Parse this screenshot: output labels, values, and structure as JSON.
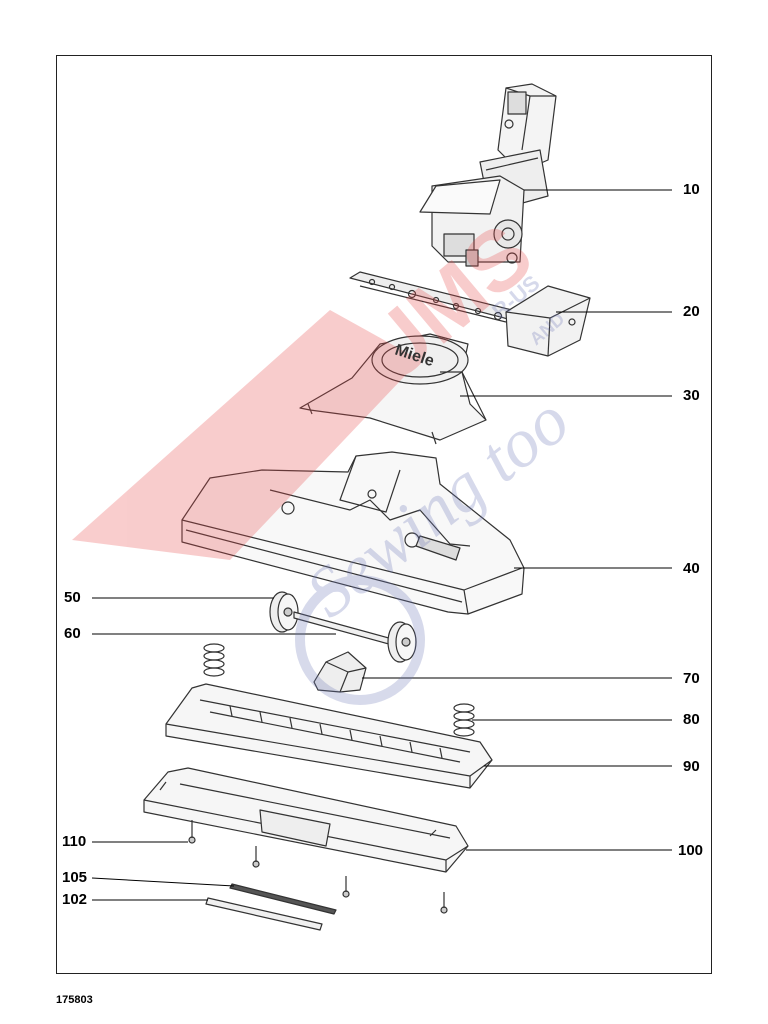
{
  "diagram": {
    "document_id": "175803",
    "part_labels": {
      "p10": "10",
      "p20": "20",
      "p30": "30",
      "p40": "40",
      "p50": "50",
      "p60": "60",
      "p70": "70",
      "p80": "80",
      "p90": "90",
      "p100": "100",
      "p110": "110",
      "p105": "105",
      "p102": "102"
    },
    "logo_text": "Miele",
    "watermark": {
      "main": "VACUUMS",
      "sub": "Sewing too",
      "badge_top": "R-US",
      "badge_bottom": "AND",
      "primary_color": "#e84b4b",
      "secondary_color": "#6f79b8"
    }
  }
}
